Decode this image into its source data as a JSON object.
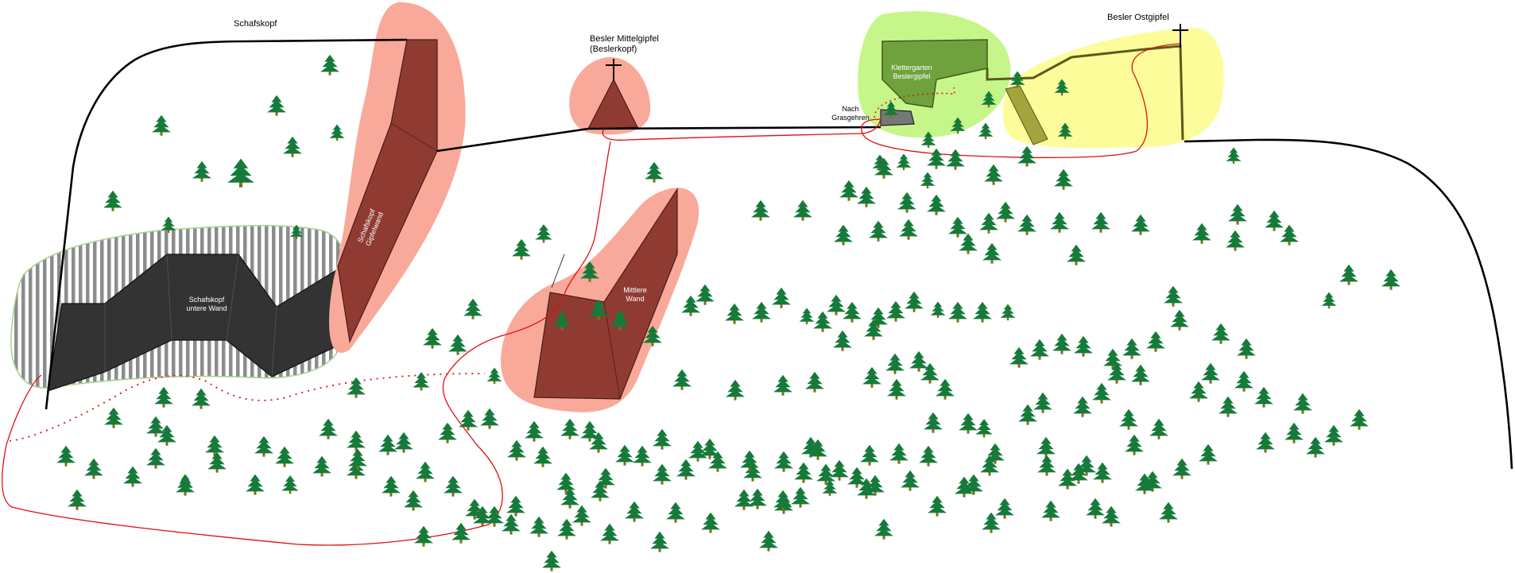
{
  "labels": {
    "schafskopf": "Schafskopf",
    "besler_mittelgipfel_1": "Besler Mittelgipfel",
    "besler_mittelgipfel_2": "(Beslerkopf)",
    "besler_ostgipfel": "Besler Ostgipfel",
    "klettergarten_1": "Klettergarten",
    "klettergarten_2": "Beslergipfel",
    "nach_1": "Nach",
    "nach_2": "Grasgehren",
    "schafskopf_untere_1": "Schafskopf",
    "schafskopf_untere_2": "untere Wand",
    "mittlere_1": "Mittlere",
    "mittlere_2": "Wand",
    "gipfelwand_1": "Schafskopf",
    "gipfelwand_2": "Gipfelwand"
  },
  "colors": {
    "ridge": "#000000",
    "route": "#e01010",
    "tree": "#157a3a",
    "trunk": "#8a6a1a",
    "rock_red_halo": "#f9a99a",
    "rock_red": "#8f3b32",
    "rock_dark": "#333333",
    "stripes": "#888888",
    "klettergarten_halo": "#c6f58a",
    "klettergarten": "#6fa23c",
    "ost_halo": "#fdfc9a",
    "ost_rock": "#a3a43c"
  },
  "icons": [
    "summit-cross-icon",
    "tree-icon"
  ]
}
